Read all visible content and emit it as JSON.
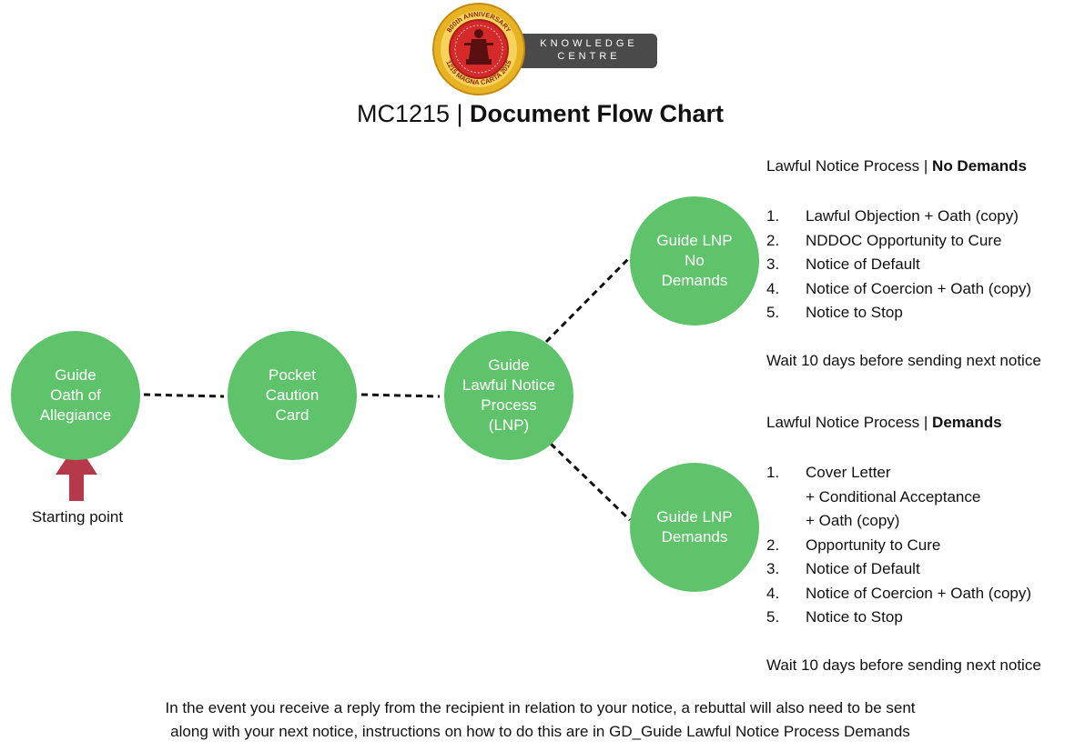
{
  "colors": {
    "node_fill": "#5ec36a",
    "arrow_fill": "#b5394a",
    "connector": "#111111",
    "logo_pill": "#4a4a4a",
    "seal_gold": "#e8b323",
    "seal_red": "#d42a2a"
  },
  "logo": {
    "line1": "KNOWLEDGE",
    "line2": "CENTRE",
    "seal_top_text": "800th ANNIVERSARY",
    "seal_bottom_text": "1215 MAGNA CARTA 2015",
    "seal_icon": "magna-carta-seal-icon"
  },
  "title": {
    "prefix": "MC1215 | ",
    "bold": "Document Flow Chart"
  },
  "nodes": {
    "oath": "Guide\nOath of\nAllegiance",
    "caution": "Pocket\nCaution\nCard",
    "lnp": "Guide\nLawful Notice\nProcess\n(LNP)",
    "no_demands": "Guide LNP\nNo\nDemands",
    "demands": "Guide LNP\nDemands"
  },
  "start": {
    "label": "Starting point",
    "icon": "up-arrow-icon"
  },
  "panel_no_demands": {
    "heading_prefix": "Lawful Notice Process | ",
    "heading_bold": "No Demands",
    "steps": [
      {
        "num": "1.",
        "lines": [
          "Lawful Objection + Oath (copy)"
        ]
      },
      {
        "num": "2.",
        "lines": [
          "NDDOC Opportunity to Cure"
        ]
      },
      {
        "num": "3.",
        "lines": [
          "Notice of Default"
        ]
      },
      {
        "num": "4.",
        "lines": [
          "Notice of Coercion + Oath (copy)"
        ]
      },
      {
        "num": "5.",
        "lines": [
          "Notice to Stop"
        ]
      }
    ],
    "wait": "Wait 10 days before sending next notice"
  },
  "panel_demands": {
    "heading_prefix": "Lawful Notice Process | ",
    "heading_bold": "Demands",
    "steps": [
      {
        "num": "1.",
        "lines": [
          "Cover Letter",
          "+ Conditional Acceptance",
          "+ Oath (copy)"
        ]
      },
      {
        "num": "2.",
        "lines": [
          "Opportunity to Cure"
        ]
      },
      {
        "num": "3.",
        "lines": [
          "Notice of Default"
        ]
      },
      {
        "num": "4.",
        "lines": [
          "Notice of Coercion + Oath (copy)"
        ]
      },
      {
        "num": "5.",
        "lines": [
          "Notice to Stop"
        ]
      }
    ],
    "wait": "Wait 10 days before sending next notice"
  },
  "footer": {
    "line1": "In the event you receive a reply from the recipient in relation to your notice, a rebuttal will also need to be sent",
    "line2": "along with your next notice, instructions on how to do this are in GD_Guide Lawful Notice Process Demands"
  }
}
